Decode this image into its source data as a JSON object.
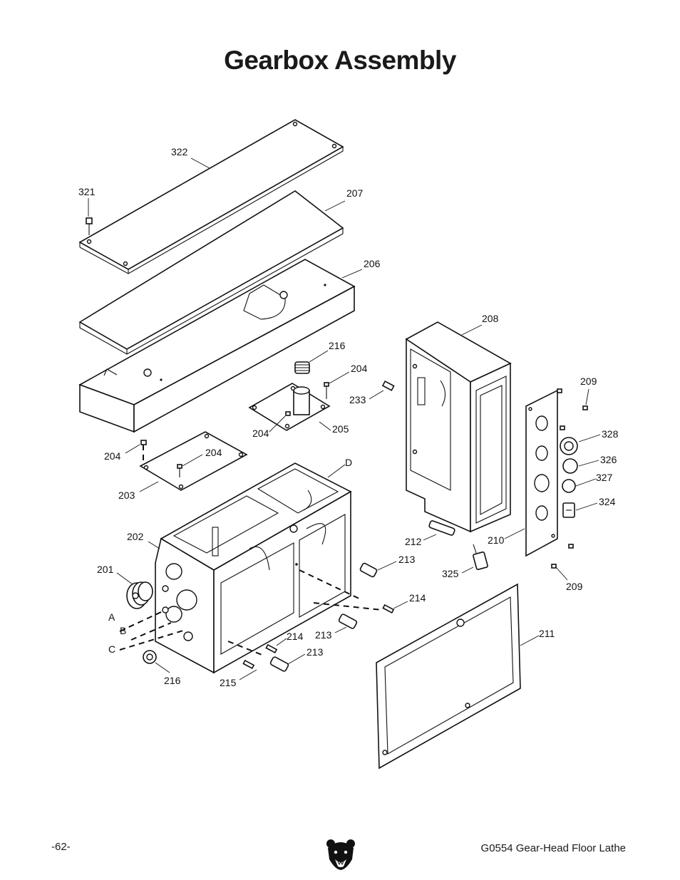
{
  "title": "Gearbox Assembly",
  "footer": {
    "page_number": "-62-",
    "model": "G0554 Gear-Head Floor Lathe"
  },
  "callouts": {
    "c322": "322",
    "c321": "321",
    "c207": "207",
    "c206": "206",
    "c208": "208",
    "c216a": "216",
    "c204a": "204",
    "c233": "233",
    "c204b": "204",
    "c205": "205",
    "c209a": "209",
    "c328": "328",
    "c326": "326",
    "c327": "327",
    "c324": "324",
    "c204c": "204",
    "c204d": "204",
    "c203": "203",
    "cD": "D",
    "c202": "202",
    "c212": "212",
    "c210": "210",
    "c201": "201",
    "c213a": "213",
    "c325": "325",
    "c209b": "209",
    "c214a": "214",
    "cA": "A",
    "cB": "B",
    "cC": "C",
    "c214b": "214",
    "c213b": "213",
    "c211": "211",
    "c213c": "213",
    "c216b": "216",
    "c215": "215"
  },
  "icons": {
    "logo": "bear-head-logo"
  }
}
